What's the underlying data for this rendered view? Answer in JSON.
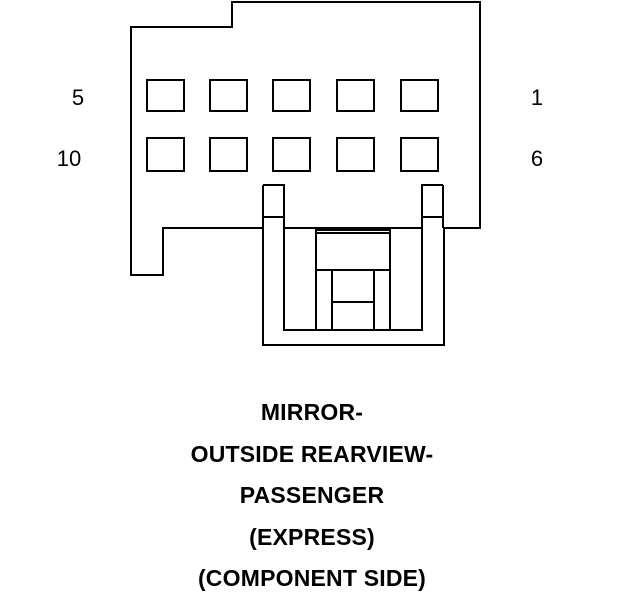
{
  "pin_labels": {
    "top_left": "5",
    "top_right": "1",
    "bottom_left": "10",
    "bottom_right": "6"
  },
  "caption": {
    "line1": "MIRROR-",
    "line2": "OUTSIDE REARVIEW-",
    "line3": "PASSENGER",
    "line4": "(EXPRESS)",
    "line5": "(COMPONENT SIDE)"
  },
  "colors": {
    "stroke": "#000000",
    "background": "#ffffff"
  }
}
